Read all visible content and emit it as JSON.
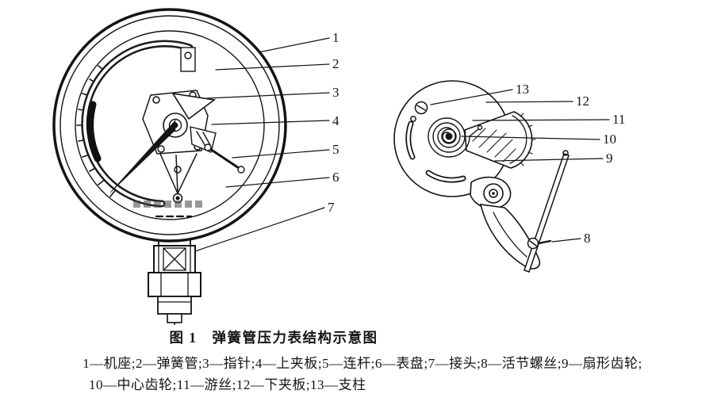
{
  "colors": {
    "ink": "#141414",
    "paper": "#ffffff"
  },
  "caption": {
    "text": "图 1　弹簧管压力表结构示意图"
  },
  "legend": {
    "line1": "1—机座;2—弹簧管;3—指针;4—上夹板;5—连杆;6—表盘;7—接头;8—活节螺丝;9—扇形齿轮;",
    "line2": "10—中心齿轮;11—游丝;12—下夹板;13—支柱"
  },
  "callouts": {
    "left": [
      "1",
      "2",
      "3",
      "4",
      "5",
      "6",
      "7"
    ],
    "right": [
      "13",
      "12",
      "11",
      "10",
      "9",
      "8"
    ]
  },
  "parts": [
    {
      "num": "1",
      "name": "机座"
    },
    {
      "num": "2",
      "name": "弹簧管"
    },
    {
      "num": "3",
      "name": "指针"
    },
    {
      "num": "4",
      "name": "上夹板"
    },
    {
      "num": "5",
      "name": "连杆"
    },
    {
      "num": "6",
      "name": "表盘"
    },
    {
      "num": "7",
      "name": "接头"
    },
    {
      "num": "8",
      "name": "活节螺丝"
    },
    {
      "num": "9",
      "name": "扇形齿轮"
    },
    {
      "num": "10",
      "name": "中心齿轮"
    },
    {
      "num": "11",
      "name": "游丝"
    },
    {
      "num": "12",
      "name": "下夹板"
    },
    {
      "num": "13",
      "name": "支柱"
    }
  ]
}
